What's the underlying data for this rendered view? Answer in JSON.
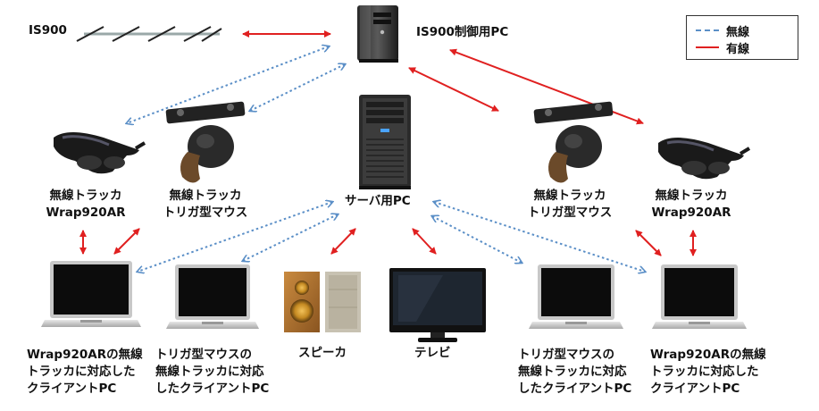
{
  "colors": {
    "wireless": "#5b8fc7",
    "wired": "#e02020"
  },
  "legend": {
    "wireless": "無線",
    "wired": "有線"
  },
  "labels": {
    "is900": "IS900",
    "is900_pc": "IS900制御用PC",
    "server_pc": "サーバ用PC",
    "tracker_wrap_left": [
      "無線トラッカ",
      "Wrap920AR"
    ],
    "tracker_mouse_left": [
      "無線トラッカ",
      "トリガ型マウス"
    ],
    "tracker_mouse_right": [
      "無線トラッカ",
      "トリガ型マウス"
    ],
    "tracker_wrap_right": [
      "無線トラッカ",
      "Wrap920AR"
    ],
    "client_wrap_left": [
      "Wrap920ARの無線",
      "トラッカに対応した",
      "クライアントPC"
    ],
    "client_mouse_left": [
      "トリガ型マウスの",
      "無線トラッカに対応",
      "したクライアントPC"
    ],
    "speaker": "スピーカ",
    "tv": "テレビ",
    "client_mouse_right": [
      "トリガ型マウスの",
      "無線トラッカに対応",
      "したクライアントPC"
    ],
    "client_wrap_right": [
      "Wrap920ARの無線",
      "トラッカに対応した",
      "クライアントPC"
    ]
  },
  "icons": {
    "is900": "is900-rail-icon",
    "tower_pc": "tower-pc-icon",
    "hmd": "hmd-glasses-icon",
    "trigger_mouse": "trigger-mouse-icon",
    "laptop": "laptop-icon",
    "speaker": "speaker-icon",
    "tv": "tv-icon"
  }
}
